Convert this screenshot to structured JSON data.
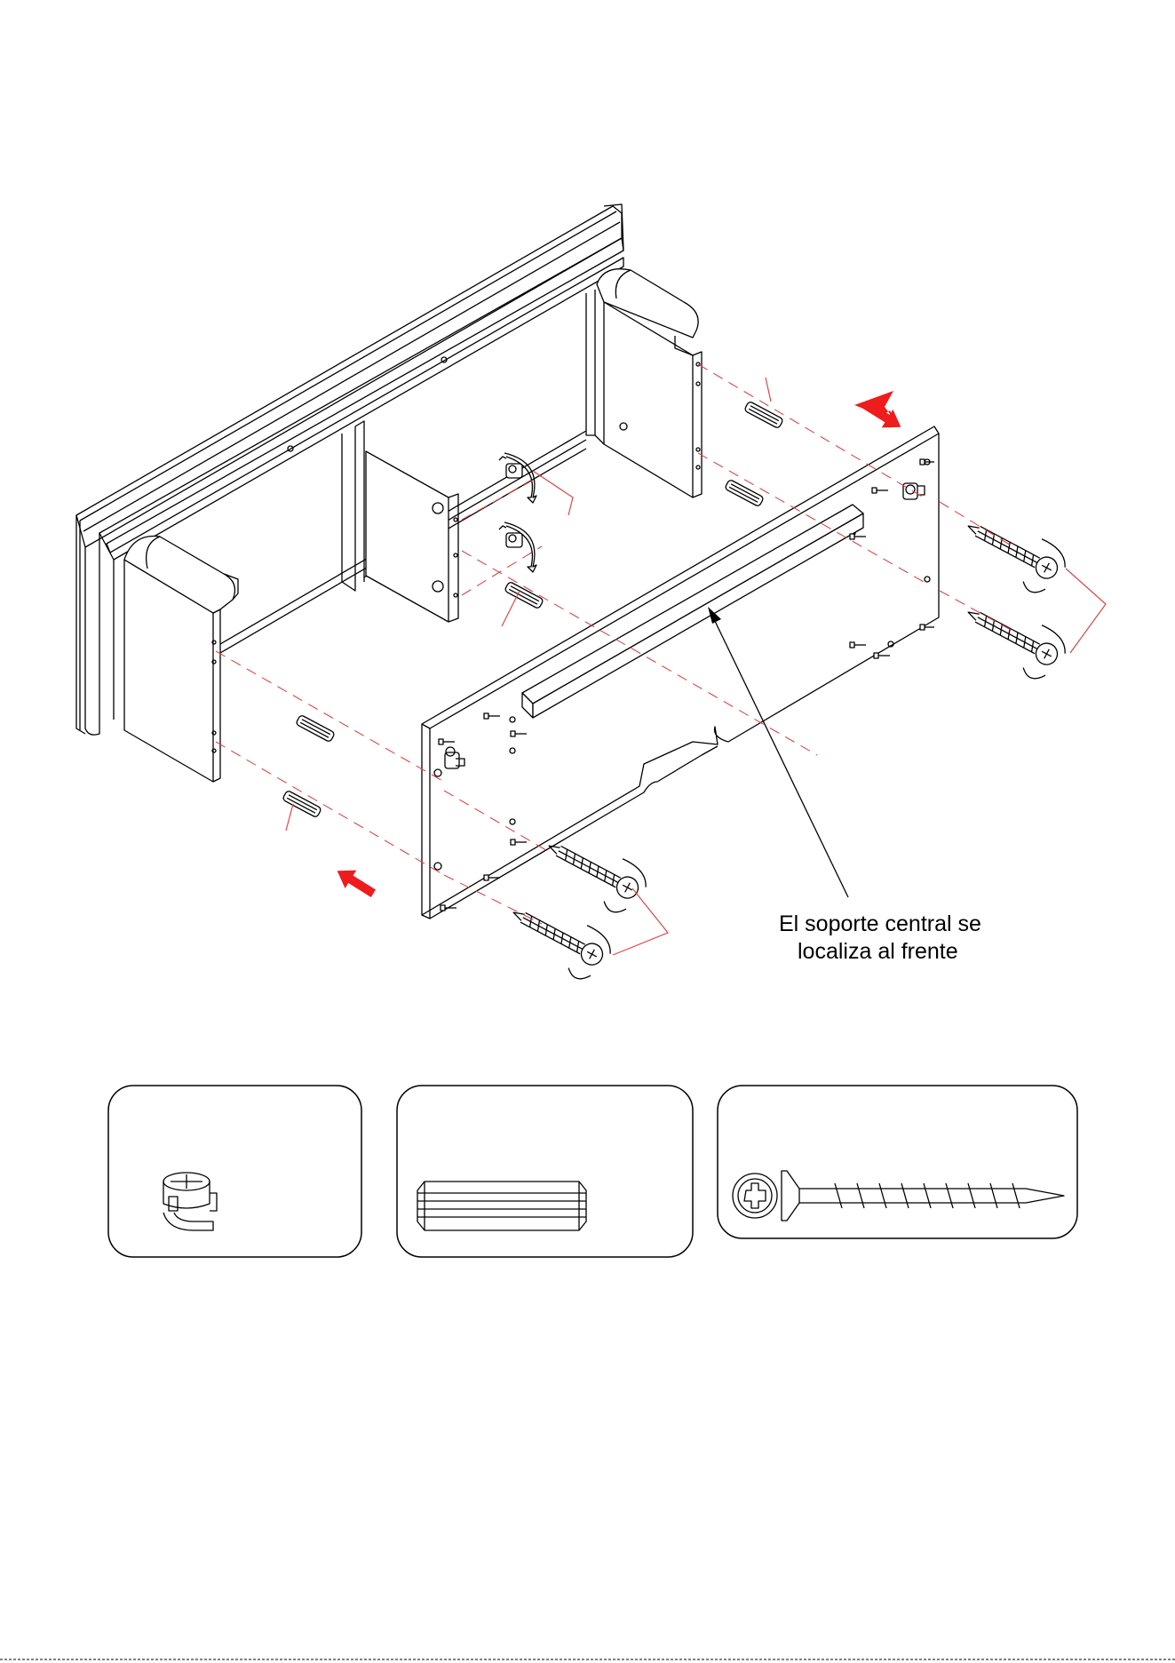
{
  "callout": {
    "line1": "El soporte central se",
    "line2": "localiza  al frente"
  },
  "parts": [
    {
      "name": "cam-lock",
      "icon": "cam-lock-icon"
    },
    {
      "name": "wood-dowel",
      "icon": "dowel-icon"
    },
    {
      "name": "wood-screw",
      "icon": "screw-icon"
    }
  ],
  "colors": {
    "line": "#000000",
    "guide": "#e04545",
    "arrow": "#ee1c1c",
    "background": "#ffffff"
  }
}
